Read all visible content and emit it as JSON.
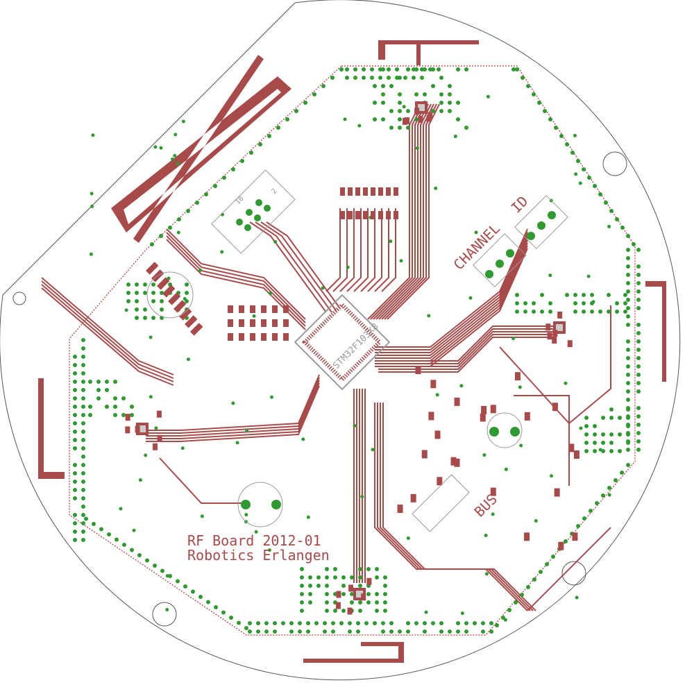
{
  "board": {
    "title_line1": "RF Board 2012-01",
    "title_line2": "Robotics Erlangen",
    "label_channel": "CHANNEL",
    "label_id": "ID",
    "label_bus": "BUS",
    "mcu_label": "STM32F103X8",
    "connector_pin_label_1": "10",
    "connector_pin_label_2": "2"
  },
  "colors": {
    "copper": "#a94a4a",
    "via": "#2f9a2f",
    "outline": "#555555",
    "silkscreen": "#9a9a9a",
    "background": "#ffffff"
  }
}
